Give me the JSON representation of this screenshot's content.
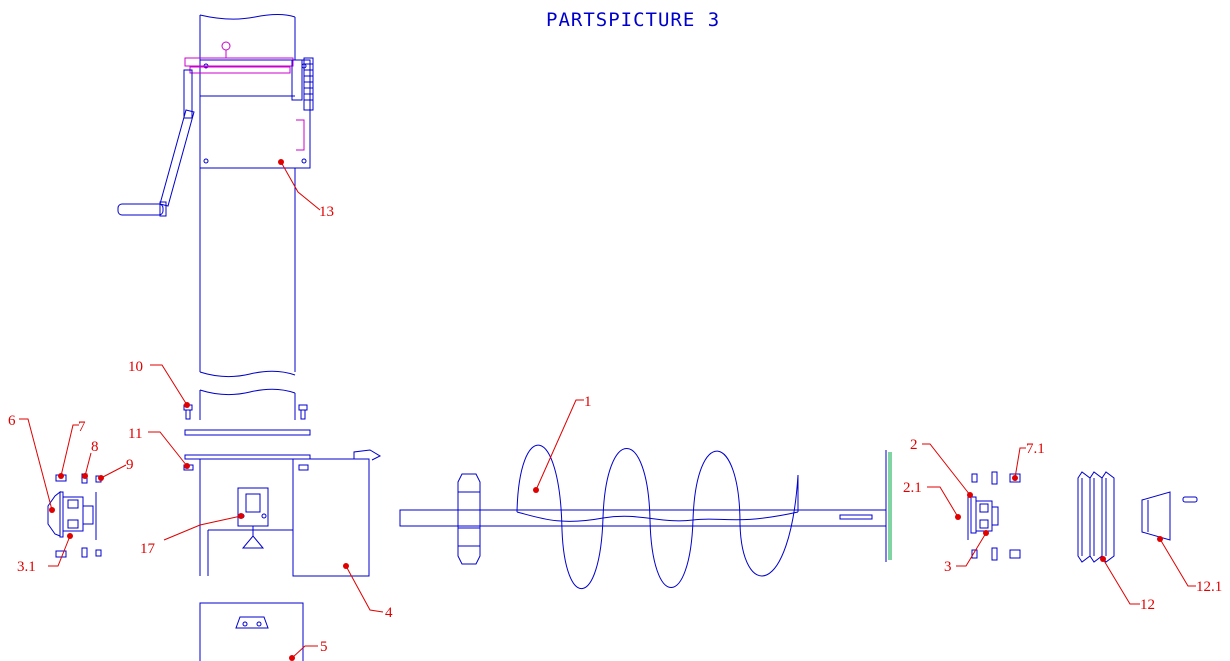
{
  "title": "PARTSPICTURE 3",
  "colors": {
    "lines": "#0000cc",
    "labels": "#e00000",
    "accent": "#cc00cc",
    "seal": "#00aa44"
  },
  "labels": {
    "p1": "1",
    "p2": "2",
    "p2_1": "2.1",
    "p3": "3",
    "p3_1": "3.1",
    "p4": "4",
    "p5": "5",
    "p6": "6",
    "p7": "7",
    "p7_1": "7.1",
    "p8": "8",
    "p9": "9",
    "p10": "10",
    "p11": "11",
    "p12": "12",
    "p12_1": "12.1",
    "p13": "13",
    "p17": "17"
  }
}
